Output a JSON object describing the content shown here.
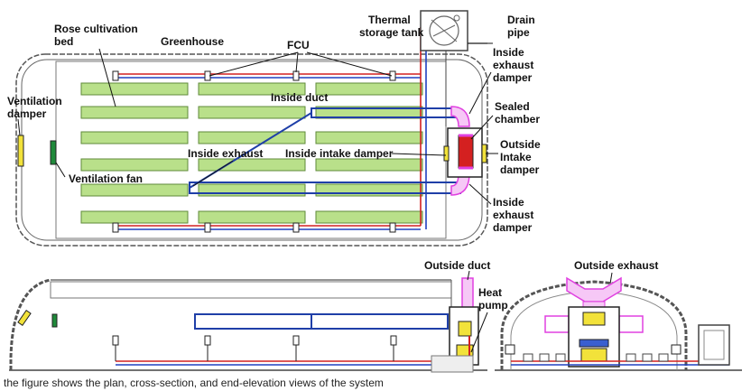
{
  "labels": {
    "rose_bed": [
      "Rose cultivation",
      "bed"
    ],
    "greenhouse": "Greenhouse",
    "fcu": "FCU",
    "thermal_tank": [
      "Thermal",
      "storage tank"
    ],
    "drain_pipe": [
      "Drain",
      "pipe"
    ],
    "inside_exhaust_damper_top": [
      "Inside",
      "exhaust",
      "damper"
    ],
    "ventilation_damper": [
      "Ventilation",
      "damper"
    ],
    "inside_duct": "Inside duct",
    "sealed_chamber": [
      "Sealed",
      "chamber"
    ],
    "inside_exhaust": "Inside exhaust",
    "inside_intake_damper": "Inside intake damper",
    "outside_intake_damper": [
      "Outside",
      "Intake",
      "damper"
    ],
    "ventilation_fan": "Ventilation fan",
    "inside_exhaust_damper_bottom": [
      "Inside",
      "exhaust",
      "damper"
    ],
    "outside_duct": "Outside duct",
    "heat_pump": [
      "Heat",
      "pump"
    ],
    "outside_exhaust": "Outside exhaust"
  },
  "caption": "the figure shows the plan, cross-section, and end-elevation views of the system",
  "colors": {
    "bed_fill": "#b9e08a",
    "bed_stroke": "#5f8a3a",
    "duct": "#1f3fa8",
    "pipe_red": "#d42020",
    "pipe_blue": "#2040c0",
    "magenta": "#e040e0",
    "damper_yellow": "#f2e23a",
    "fan_green": "#1f8a3a",
    "outline": "#555555"
  }
}
